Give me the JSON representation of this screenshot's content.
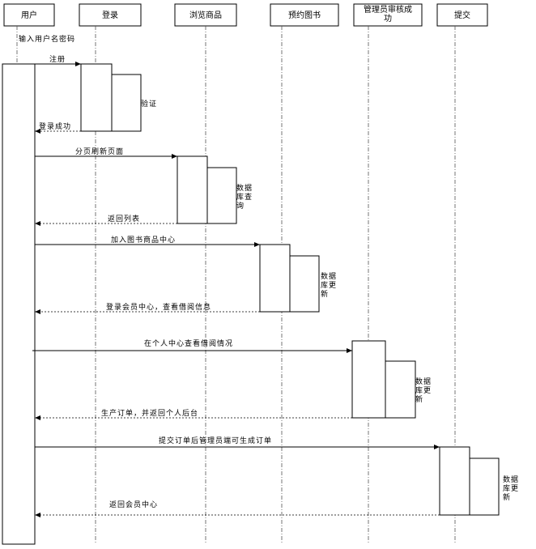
{
  "participants": [
    {
      "id": "user",
      "label": "用户"
    },
    {
      "id": "login",
      "label": "登录"
    },
    {
      "id": "browse",
      "label": "浏览商品"
    },
    {
      "id": "reserve",
      "label": "预约图书"
    },
    {
      "id": "admin",
      "label": "管理员审核成功"
    },
    {
      "id": "submit",
      "label": "提交"
    }
  ],
  "messages": [
    {
      "id": "input-credentials",
      "label": "输入用户名密码",
      "from": "user",
      "to": "user",
      "style": "note"
    },
    {
      "id": "register",
      "label": "注册",
      "from": "user",
      "to": "login",
      "style": "solid"
    },
    {
      "id": "verify",
      "label": "验证",
      "from": "login",
      "to": "login",
      "style": "self"
    },
    {
      "id": "login-success",
      "label": "登录成功",
      "from": "login",
      "to": "user",
      "style": "dashed"
    },
    {
      "id": "paginate-refresh",
      "label": "分页刷新页面",
      "from": "user",
      "to": "browse",
      "style": "solid"
    },
    {
      "id": "db-query",
      "label": "数据库查询",
      "from": "browse",
      "to": "browse",
      "style": "self"
    },
    {
      "id": "return-list",
      "label": "返回列表",
      "from": "browse",
      "to": "user",
      "style": "dashed"
    },
    {
      "id": "add-to-center",
      "label": "加入图书商品中心",
      "from": "user",
      "to": "reserve",
      "style": "solid"
    },
    {
      "id": "db-update-1",
      "label": "数据库更新",
      "from": "reserve",
      "to": "reserve",
      "style": "self"
    },
    {
      "id": "view-borrow-info",
      "label": "登录会员中心，查看借阅信息",
      "from": "reserve",
      "to": "user",
      "style": "dashed"
    },
    {
      "id": "view-borrow-status",
      "label": "在个人中心查看借阅情况",
      "from": "user",
      "to": "admin",
      "style": "solid"
    },
    {
      "id": "db-update-2",
      "label": "数据库更新",
      "from": "admin",
      "to": "admin",
      "style": "self"
    },
    {
      "id": "generate-order",
      "label": "生产订单，并返回个人后台",
      "from": "admin",
      "to": "user",
      "style": "dashed"
    },
    {
      "id": "submit-order",
      "label": "提交订单后管理员端可生成订单",
      "from": "user",
      "to": "submit",
      "style": "solid"
    },
    {
      "id": "db-update-3",
      "label": "数据库更新",
      "from": "submit",
      "to": "submit",
      "style": "self"
    },
    {
      "id": "return-member-center",
      "label": "返回会员中心",
      "from": "submit",
      "to": "user",
      "style": "dashed"
    }
  ]
}
